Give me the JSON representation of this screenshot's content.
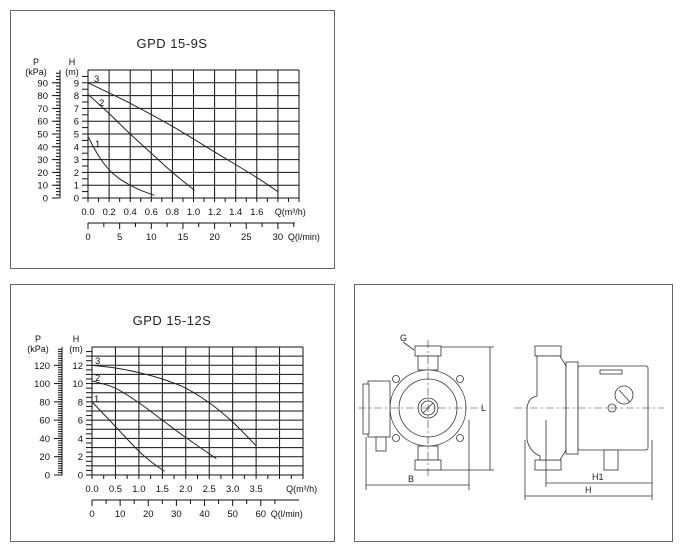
{
  "chart_data": [
    {
      "type": "line",
      "title": "GPD 15-9S",
      "p_axis_label": [
        "P",
        "(kPa)"
      ],
      "h_axis_label": [
        "H",
        "(m)"
      ],
      "xlabel": "Q(m³/h)",
      "x2label": "Q(l/min)",
      "xlim": [
        0,
        2.0
      ],
      "ylim": [
        0,
        10
      ],
      "x_ticks": [
        "0.0",
        "0.2",
        "0.4",
        "0.6",
        "0.8",
        "1.0",
        "1.2",
        "1.4",
        "1.6"
      ],
      "x_tick_values": [
        0,
        0.2,
        0.4,
        0.6,
        0.8,
        1.0,
        1.2,
        1.4,
        1.6
      ],
      "x2_ticks": [
        "0",
        "5",
        "10",
        "15",
        "20",
        "25",
        "30"
      ],
      "x2_tick_values": [
        0,
        5,
        10,
        15,
        20,
        25,
        30
      ],
      "h_ticks": [
        "0",
        "1",
        "2",
        "3",
        "4",
        "5",
        "6",
        "7",
        "8",
        "9"
      ],
      "p_ticks": [
        "0",
        "10",
        "20",
        "30",
        "40",
        "50",
        "60",
        "70",
        "80",
        "90"
      ],
      "grid": true,
      "series": [
        {
          "name": "1",
          "x": [
            0,
            0.1,
            0.2,
            0.3,
            0.4,
            0.5,
            0.63
          ],
          "y": [
            4.8,
            3.3,
            2.2,
            1.5,
            1.0,
            0.6,
            0.2
          ]
        },
        {
          "name": "2",
          "x": [
            0,
            0.2,
            0.4,
            0.6,
            0.8,
            1.01
          ],
          "y": [
            8.1,
            6.6,
            5.0,
            3.5,
            2.0,
            0.6
          ]
        },
        {
          "name": "3",
          "x": [
            0,
            0.4,
            0.8,
            1.2,
            1.6,
            1.8
          ],
          "y": [
            9.0,
            7.4,
            5.6,
            3.6,
            1.6,
            0.5
          ]
        }
      ]
    },
    {
      "type": "line",
      "title": "GPD 15-12S",
      "p_axis_label": [
        "P",
        "(kPa)"
      ],
      "h_axis_label": [
        "H",
        "(m)"
      ],
      "xlabel": "Q(m³/h)",
      "x2label": "Q(l/min)",
      "xlim": [
        0,
        4.5
      ],
      "ylim": [
        0,
        14
      ],
      "x_ticks": [
        "0.0",
        "0.5",
        "1.0",
        "1.5",
        "2.0",
        "2.5",
        "3.0",
        "3.5"
      ],
      "x_tick_values": [
        0,
        0.5,
        1.0,
        1.5,
        2.0,
        2.5,
        3.0,
        3.5
      ],
      "x2_ticks": [
        "0",
        "10",
        "20",
        "30",
        "40",
        "50",
        "60"
      ],
      "x2_tick_values": [
        0,
        10,
        20,
        30,
        40,
        50,
        60
      ],
      "h_ticks": [
        "0",
        "2",
        "4",
        "6",
        "8",
        "10",
        "12"
      ],
      "p_ticks": [
        "0",
        "20",
        "40",
        "60",
        "80",
        "100",
        "120"
      ],
      "grid": true,
      "series": [
        {
          "name": "1",
          "x": [
            0,
            0.5,
            1.0,
            1.3,
            1.55
          ],
          "y": [
            8.0,
            5.3,
            2.6,
            1.3,
            0.4
          ]
        },
        {
          "name": "2",
          "x": [
            0,
            0.5,
            1.0,
            1.5,
            2.0,
            2.65
          ],
          "y": [
            10.3,
            9.5,
            7.9,
            6.0,
            4.1,
            1.8
          ]
        },
        {
          "name": "3",
          "x": [
            0,
            0.5,
            1.0,
            1.5,
            2.0,
            2.5,
            3.0,
            3.5
          ],
          "y": [
            12.0,
            11.7,
            11.2,
            10.5,
            9.5,
            7.9,
            5.8,
            3.2
          ]
        }
      ]
    }
  ],
  "diagram": {
    "labels": {
      "G": "G",
      "L": "L",
      "B": "B",
      "H1": "H1",
      "H": "H"
    }
  }
}
